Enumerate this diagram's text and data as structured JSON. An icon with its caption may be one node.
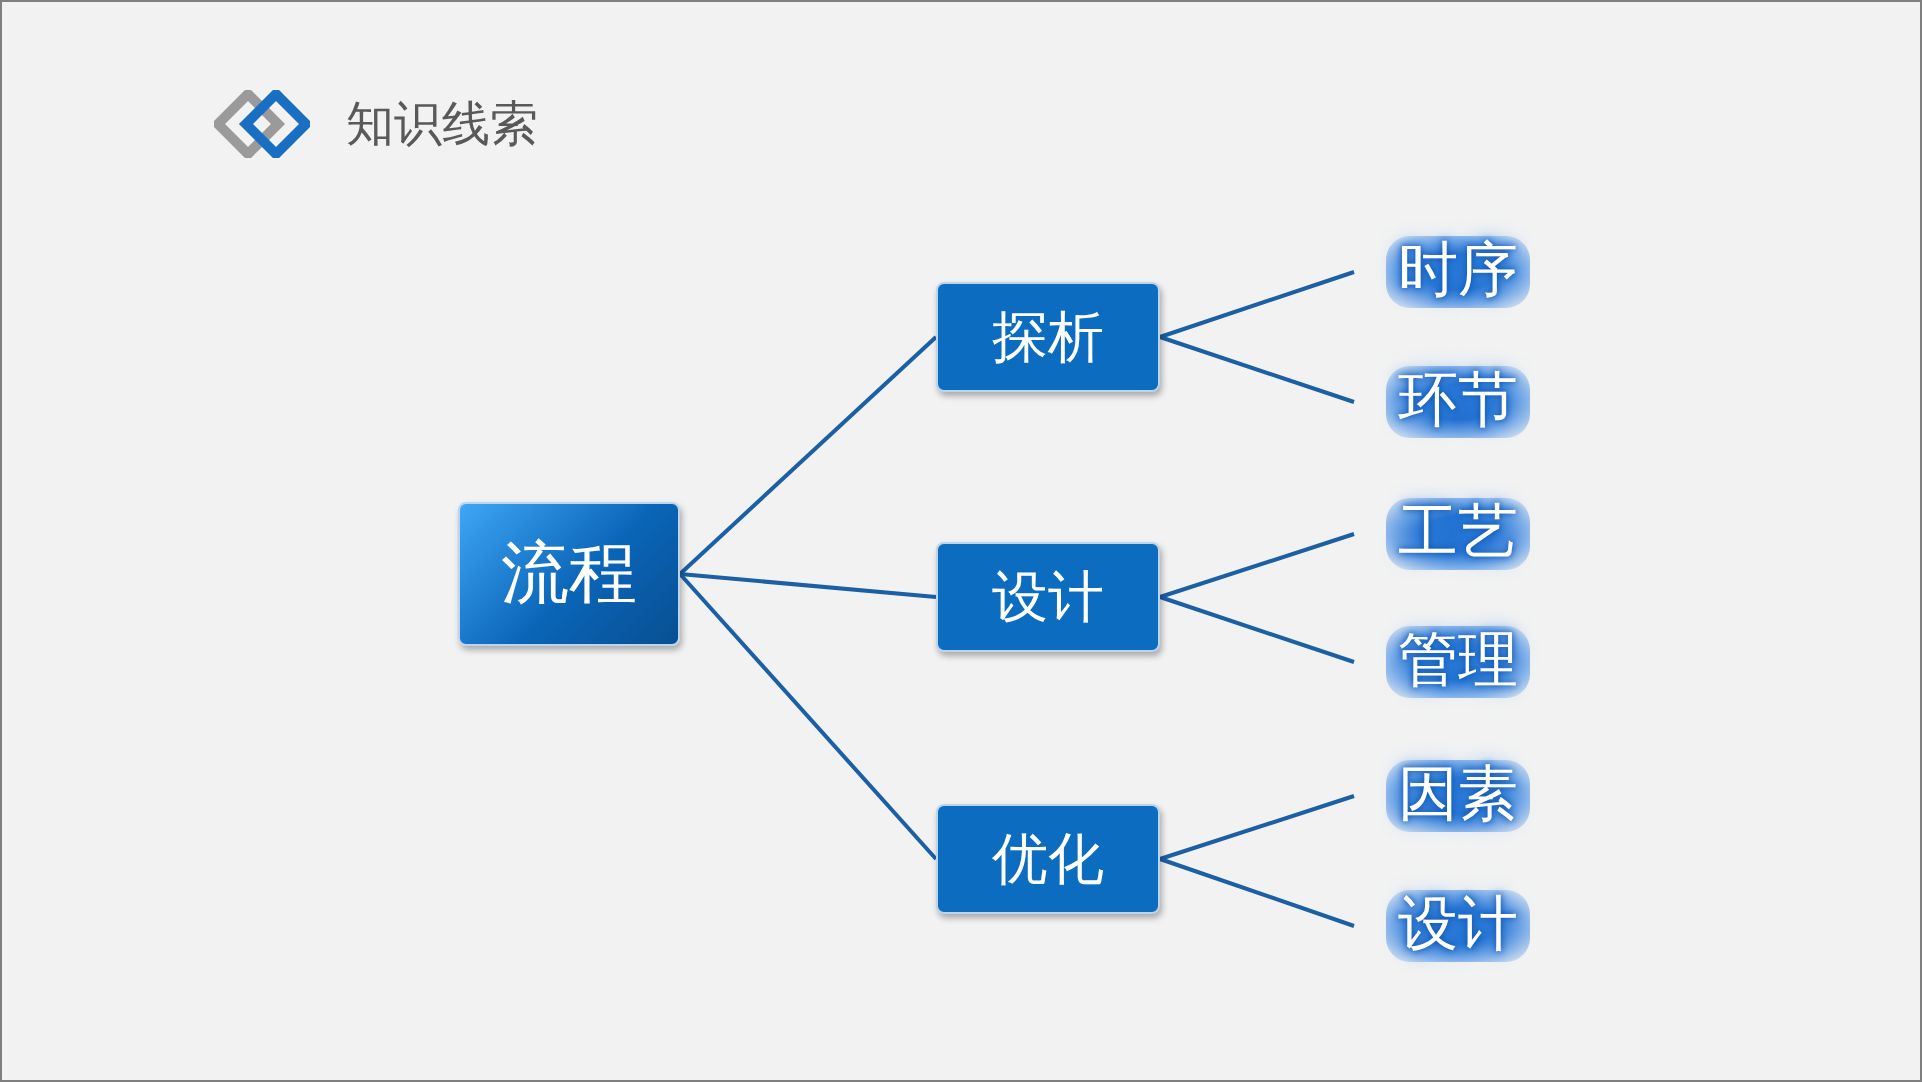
{
  "diagram": {
    "title": "知识线索",
    "nodes": [
      {
        "text": [
          "流程"
        ]
      },
      {
        "text": [
          "探析"
        ]
      },
      {
        "text": [
          "设计"
        ]
      },
      {
        "text": [
          "优化"
        ]
      },
      {
        "text": [
          "时序"
        ]
      },
      {
        "text": [
          "环节"
        ]
      },
      {
        "text": [
          "工艺"
        ]
      },
      {
        "text": [
          "管理"
        ]
      },
      {
        "text": [
          "因素"
        ]
      },
      {
        "text": [
          "设计"
        ]
      }
    ],
    "edges": [
      {
        "from": 0,
        "to": 1,
        "arrow": "none"
      },
      {
        "from": 0,
        "to": 2,
        "arrow": "none"
      },
      {
        "from": 0,
        "to": 3,
        "arrow": "none"
      },
      {
        "from": 1,
        "to": 4,
        "arrow": "none"
      },
      {
        "from": 1,
        "to": 5,
        "arrow": "none"
      },
      {
        "from": 2,
        "to": 6,
        "arrow": "none"
      },
      {
        "from": 2,
        "to": 7,
        "arrow": "none"
      },
      {
        "from": 3,
        "to": 8,
        "arrow": "none"
      },
      {
        "from": 3,
        "to": 9,
        "arrow": "none"
      }
    ]
  }
}
